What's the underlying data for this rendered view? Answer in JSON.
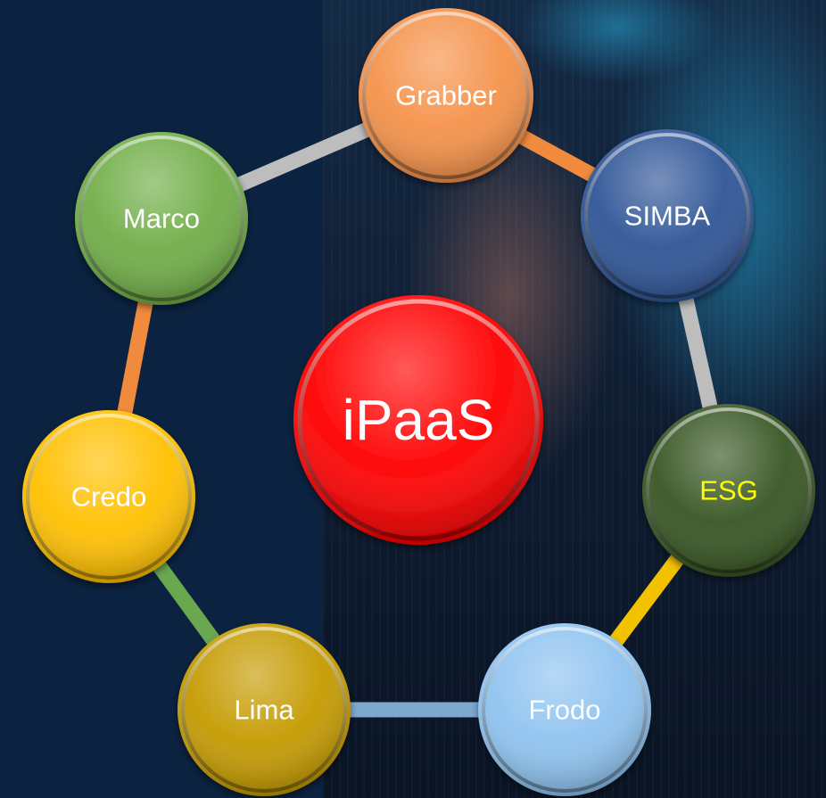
{
  "hub": {
    "label": "iPaaS",
    "color": "#ff0000",
    "text_color": "#ffffff"
  },
  "nodes": [
    {
      "id": "grabber",
      "label": "Grabber",
      "color": "#f5924a",
      "text_color": "#ffffff"
    },
    {
      "id": "simba",
      "label": "SIMBA",
      "color": "#2f5597",
      "text_color": "#ffffff"
    },
    {
      "id": "esg",
      "label": "ESG",
      "color": "#375623",
      "text_color": "#ffff00"
    },
    {
      "id": "frodo",
      "label": "Frodo",
      "color": "#8fc3f0",
      "text_color": "#ffffff"
    },
    {
      "id": "lima",
      "label": "Lima",
      "color": "#c59b00",
      "text_color": "#ffffff"
    },
    {
      "id": "credo",
      "label": "Credo",
      "color": "#ffc000",
      "text_color": "#ffffff"
    },
    {
      "id": "marco",
      "label": "Marco",
      "color": "#70ad47",
      "text_color": "#ffffff"
    }
  ],
  "ring_segments": [
    {
      "from": "grabber",
      "to": "simba",
      "color": "#f08a3c"
    },
    {
      "from": "simba",
      "to": "esg",
      "color": "#bdbdbd"
    },
    {
      "from": "esg",
      "to": "frodo",
      "color": "#f2c200"
    },
    {
      "from": "frodo",
      "to": "lima",
      "color": "#7fa8d0"
    },
    {
      "from": "lima",
      "to": "credo",
      "color": "#6aa84f"
    },
    {
      "from": "credo",
      "to": "marco",
      "color": "#f08a3c"
    },
    {
      "from": "marco",
      "to": "grabber",
      "color": "#bdbdbd"
    }
  ]
}
